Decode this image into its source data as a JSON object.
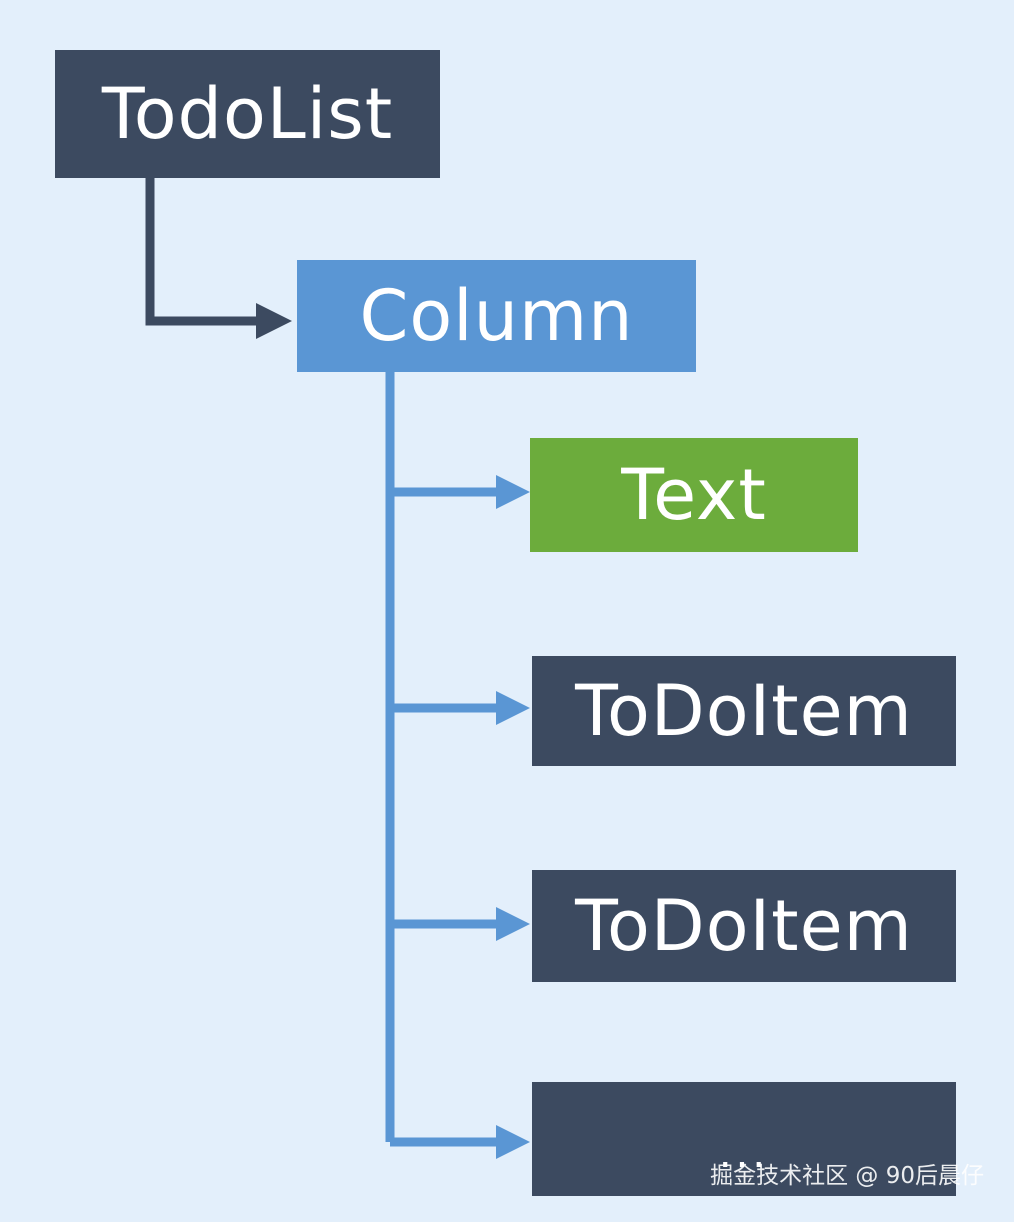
{
  "nodes": {
    "root": "TodoList",
    "column": "Column",
    "text": "Text",
    "item1": "ToDoItem",
    "item2": "ToDoItem",
    "item3": "..."
  },
  "colors": {
    "background": "#e3effb",
    "dark_node": "#3c4a60",
    "column_node": "#5a96d4",
    "text_node": "#6cac3c",
    "dark_connector": "#3c4a60",
    "blue_connector": "#5a96d4"
  },
  "watermark": "掘金技术社区 @ 90后晨仔"
}
